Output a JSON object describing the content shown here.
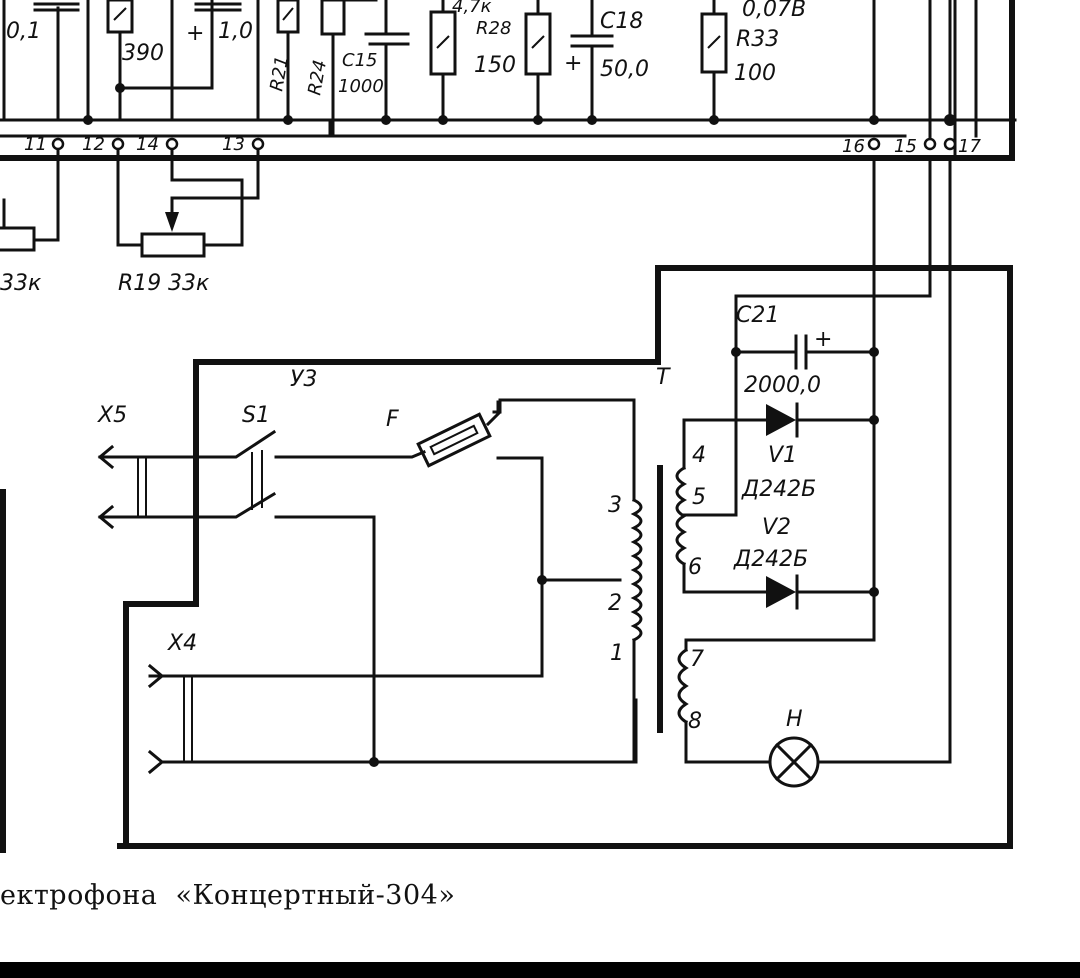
{
  "figure": {
    "caption": "ектрофона  «Концертный-304»",
    "unit_label": "У3"
  },
  "components": {
    "c_top_left": {
      "value": "0,1"
    },
    "r_390": {
      "value": "390"
    },
    "c_1_0": {
      "value": "1,0",
      "polarity": "+"
    },
    "r21": {
      "ref": "R21"
    },
    "r24": {
      "ref": "R24"
    },
    "c15": {
      "ref": "C15",
      "value": "1000"
    },
    "r_4k7": {
      "value": "4,7к"
    },
    "r28": {
      "ref": "R28",
      "value": "150"
    },
    "c18": {
      "ref": "C18",
      "value": "50,0",
      "polarity": "+"
    },
    "r33": {
      "ref": "R33",
      "value": "100",
      "note": "0,07В"
    },
    "r_left_pot": {
      "value": "33к"
    },
    "r19": {
      "ref": "R19",
      "value": "33к"
    },
    "x5": {
      "ref": "X5"
    },
    "s1": {
      "ref": "S1"
    },
    "fuse": {
      "ref": "F"
    },
    "transformer": {
      "ref": "T"
    },
    "c21": {
      "ref": "C21",
      "value": "2000,0",
      "polarity": "+"
    },
    "v1": {
      "ref": "V1",
      "part": "Д242Б"
    },
    "v2": {
      "ref": "V2",
      "part": "Д242Б"
    },
    "x4": {
      "ref": "X4"
    },
    "lamp": {
      "ref": "H"
    }
  },
  "terminals": [
    "11",
    "12",
    "14",
    "13",
    "16",
    "15",
    "17"
  ],
  "winding_pins": [
    "1",
    "2",
    "3",
    "4",
    "5",
    "6",
    "7",
    "8"
  ]
}
